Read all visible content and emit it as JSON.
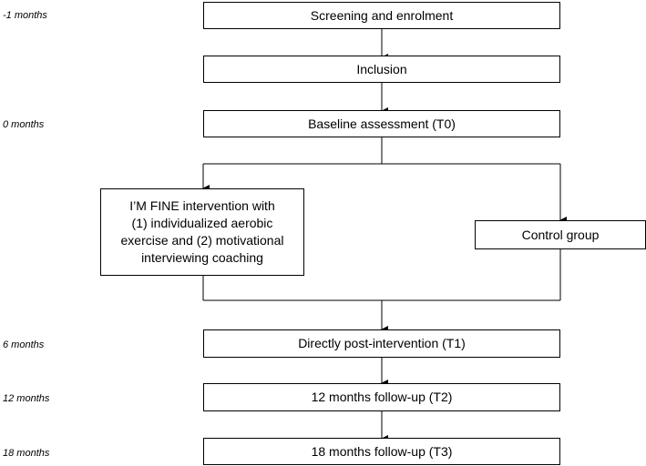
{
  "timeline": {
    "minus_one": "-1 months",
    "zero": "0 months",
    "six": "6 months",
    "twelve": "12 months",
    "eighteen": "18 months"
  },
  "boxes": {
    "screening": "Screening and enrolment",
    "inclusion": "Inclusion",
    "baseline": "Baseline assessment (T0)",
    "intervention": "I’M FINE intervention with\n(1) individualized aerobic\nexercise and (2) motivational\ninterviewing coaching",
    "control": "Control group",
    "post_intervention": "Directly post-intervention (T1)",
    "followup_12": "12 months follow-up (T2)",
    "followup_18": "18 months follow-up (T3)"
  },
  "colors": {
    "line": "#000000",
    "box_border": "#000000",
    "background": "#ffffff"
  }
}
